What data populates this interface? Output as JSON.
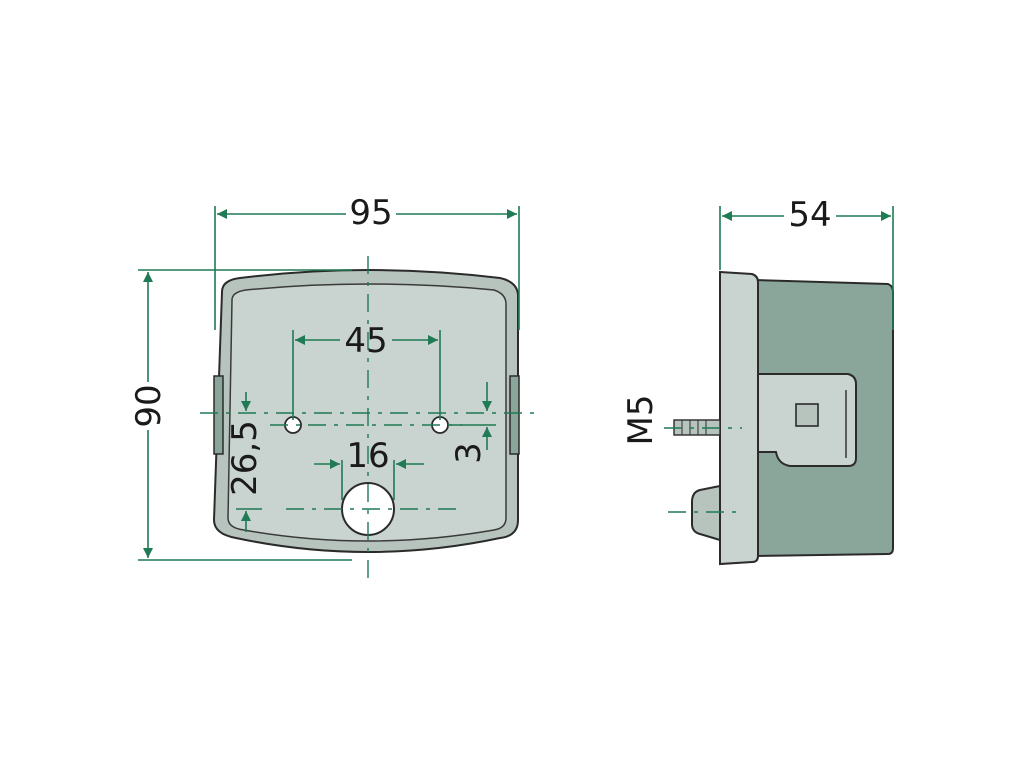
{
  "colors": {
    "dimension": "#1f7a55",
    "housing_light": "#c9d3cf",
    "housing_mid": "#b7c4be",
    "housing_dark": "#8aa59a",
    "outline": "#2b2b2b"
  },
  "dimensions": {
    "width": "95",
    "height": "90",
    "hole_spacing": "45",
    "hole_offset": "26,5",
    "small_offset": "3",
    "cable_hole": "16",
    "depth": "54",
    "thread": "M5"
  }
}
